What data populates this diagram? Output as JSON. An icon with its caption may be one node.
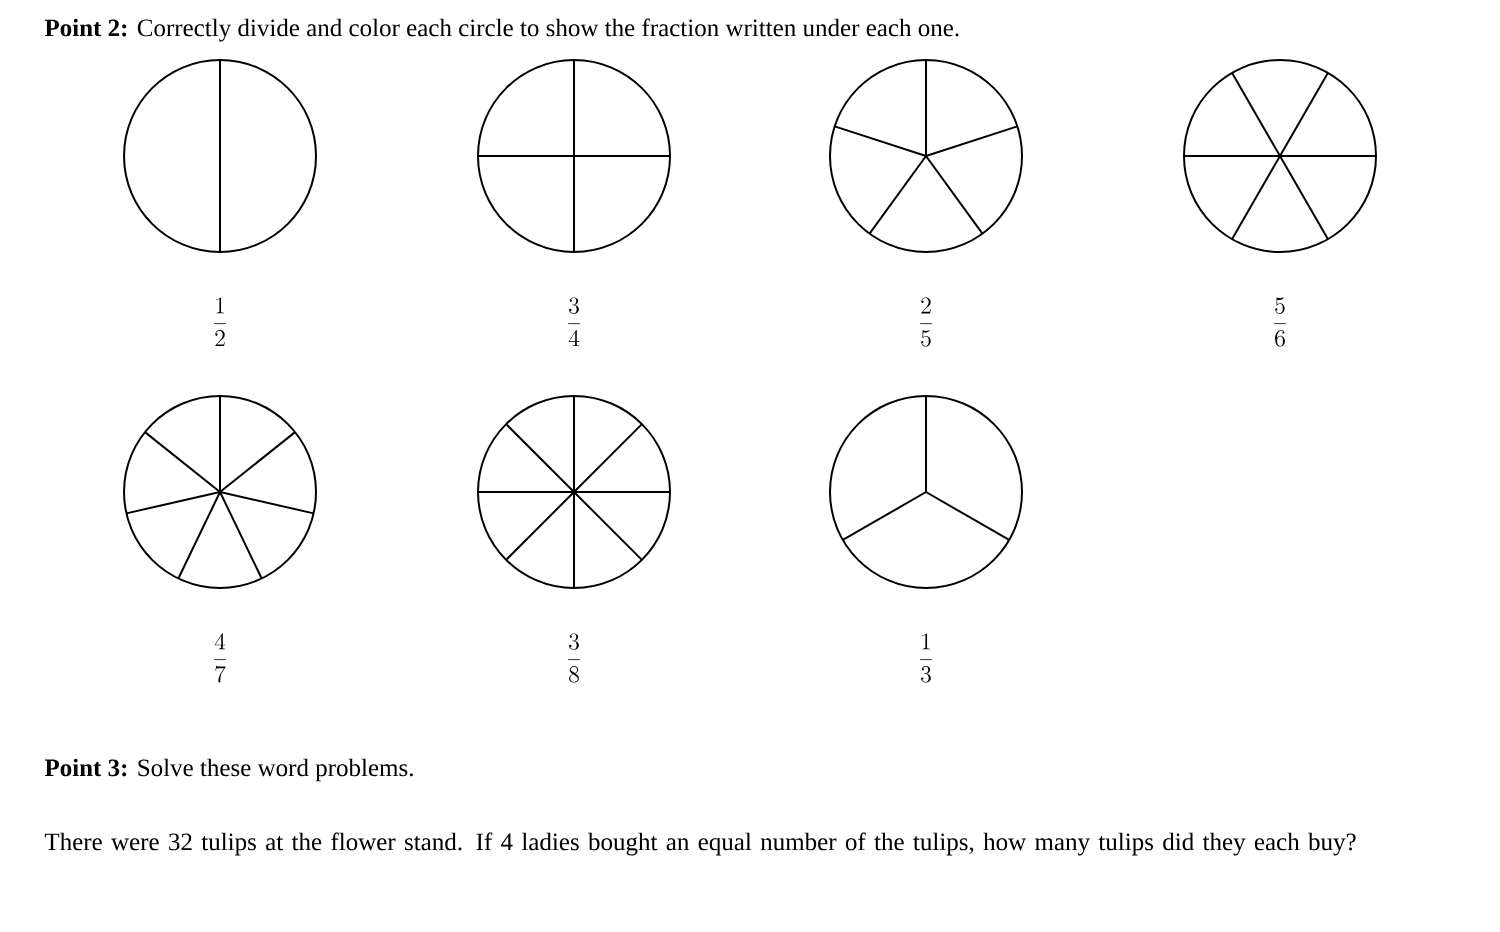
{
  "diagram": {
    "nodes": [
      {
        "text": [],
        "shape": "circle",
        "beside": [
          "\\frac{1}{2}"
        ]
      },
      {
        "text": [],
        "shape": "circle",
        "beside": [
          "\\frac{3}{4}"
        ]
      },
      {
        "text": [],
        "shape": "circle",
        "beside": [
          "\\frac{2}{5}"
        ]
      },
      {
        "text": [],
        "shape": "circle",
        "beside": [
          "\\frac{5}{6}"
        ]
      },
      {
        "text": [],
        "shape": "circle",
        "beside": [
          "\\frac{4}{7}"
        ]
      },
      {
        "text": [],
        "shape": "circle",
        "beside": [
          "\\frac{3}{8}"
        ]
      },
      {
        "text": [],
        "shape": "circle",
        "beside": [
          "\\frac{1}{3}"
        ]
      }
    ],
    "labels": [
      "**Point 2:** Correctly divide and color each circle to show the fraction written under each one.",
      "**Point 3:** Solve these word problems.",
      "There were 32 tulips at the flower stand. If 4 ladies bought an equal number of the tulips, how many tulips did they each buy?"
    ]
  }
}
